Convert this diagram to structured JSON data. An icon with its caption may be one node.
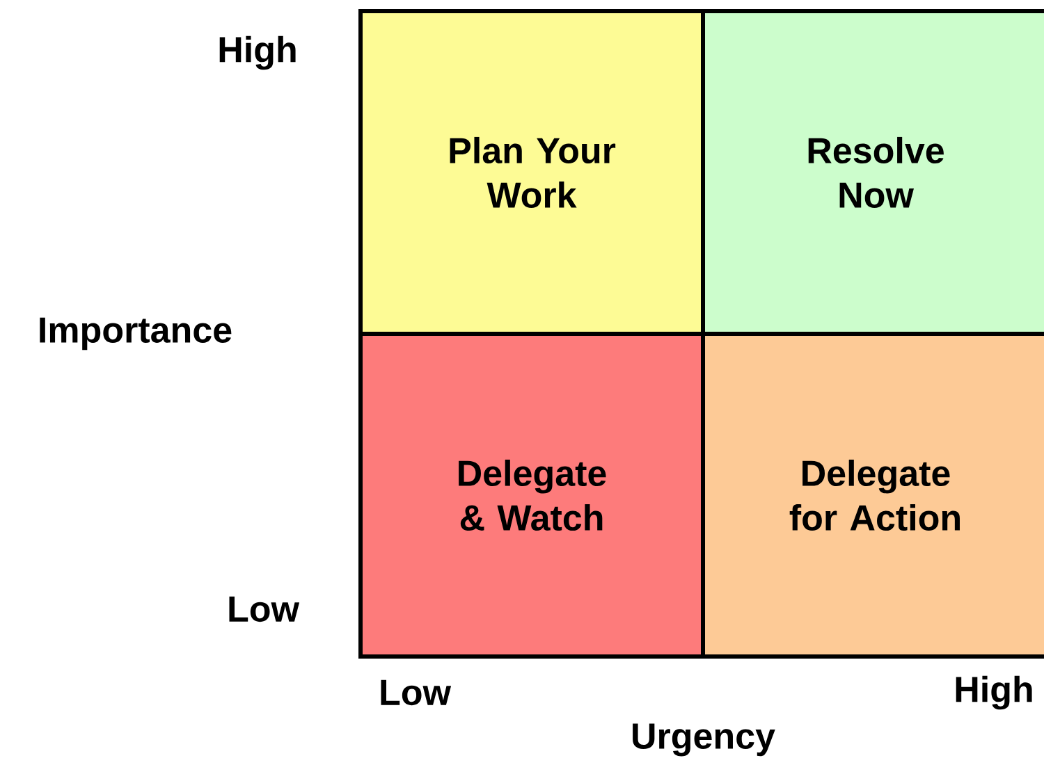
{
  "diagram": {
    "nodes": [
      {
        "text": [
          "Plan Your Work"
        ]
      },
      {
        "text": [
          "Resolve Now"
        ]
      },
      {
        "text": [
          "Delegate & Watch"
        ]
      },
      {
        "text": [
          "Delegate for Action"
        ]
      }
    ],
    "labels": [
      "High",
      "Importance",
      "Low",
      "Low",
      "High",
      "Urgency"
    ]
  }
}
